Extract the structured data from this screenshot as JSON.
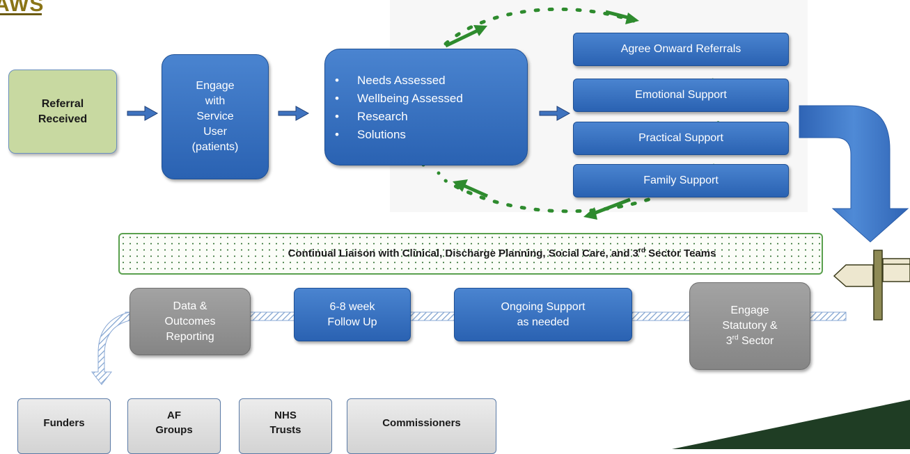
{
  "logo_text": "AWS",
  "colors": {
    "blue_box": "#3a73c4",
    "grey_box": "#959595",
    "light_box": "#e0e0e0",
    "green_box": "#c8d9a1",
    "dotted_arrow": "#2e8b2e",
    "accent_dark": "#1f3d24"
  },
  "referral": {
    "line1": "Referral",
    "line2": "Received"
  },
  "engage": {
    "line1": "Engage",
    "line2": "with",
    "line3": "Service",
    "line4": "User",
    "line5": "(patients)"
  },
  "needs": {
    "items": [
      "Needs Assessed",
      "Wellbeing Assessed",
      "Research",
      "Solutions"
    ]
  },
  "support": {
    "onward": "Agree Onward Referrals",
    "emotional": "Emotional Support",
    "practical": "Practical Support",
    "family": "Family Support"
  },
  "banner": {
    "text_before": "Continual Liaison with Clinical, Discharge Planning, Social Care, and  3",
    "sup": "rd",
    "text_after": " Sector Teams"
  },
  "flow": {
    "data_line1": "Data &",
    "data_line2": "Outcomes",
    "data_line3": "Reporting",
    "followup_line1": "6-8 week",
    "followup_line2": "Follow Up",
    "ongoing_line1": "Ongoing Support",
    "ongoing_line2": "as needed",
    "statutory_line1": "Engage",
    "statutory_line2": "Statutory &",
    "statutory_line3_pre": "3",
    "statutory_line3_sup": "rd",
    "statutory_line3_post": " Sector"
  },
  "outputs": {
    "funders": "Funders",
    "af_line1": "AF",
    "af_line2": "Groups",
    "nhs_line1": "NHS",
    "nhs_line2": "Trusts",
    "commissioners": "Commissioners"
  }
}
